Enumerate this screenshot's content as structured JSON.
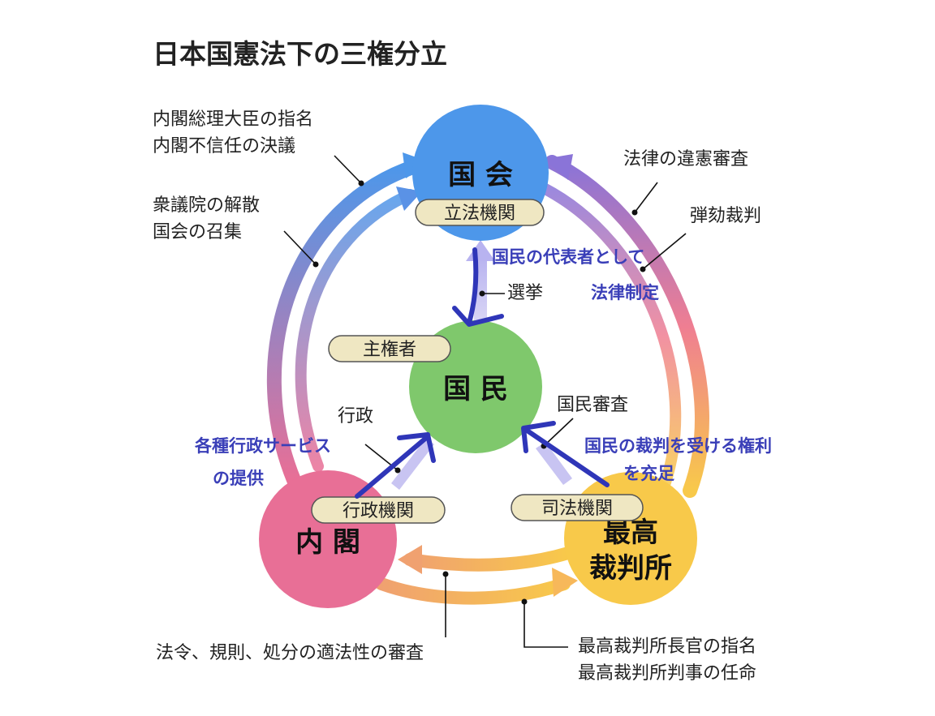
{
  "title": "日本国憲法下の三権分立",
  "nodes": {
    "diet": {
      "name": "国 会",
      "tag": "立法機関",
      "color": "#4d97ea"
    },
    "cabinet": {
      "name": "内 閣",
      "tag": "行政機関",
      "color": "#e86f96"
    },
    "court": {
      "name_line1": "最高",
      "name_line2": "裁判所",
      "tag": "司法機関",
      "color": "#f8c94a"
    },
    "people": {
      "name": "国 民",
      "tag": "主権者",
      "color": "#7fc86c"
    }
  },
  "labels": {
    "cabinet_to_diet_1": "内閣総理大臣の指名",
    "cabinet_to_diet_2": "内閣不信任の決議",
    "diet_dissolve_1": "衆議院の解散",
    "diet_dissolve_2": "国会の召集",
    "court_to_diet": "法律の違憲審査",
    "impeachment": "弾劾裁判",
    "election": "選挙",
    "administration": "行政",
    "review": "国民審査",
    "cabinet_court_1": "法令、規則、処分の適法性の審査",
    "cabinet_court_2a": "最高裁判所長官の指名",
    "cabinet_court_2b": "最高裁判所判事の任命"
  },
  "annotations": {
    "represent_1": "国民の代表者として",
    "represent_2": "法律制定",
    "services_1": "各種行政サービス",
    "services_2": "の提供",
    "trial_1": "国民の裁判を受ける権利",
    "trial_2": "を充足"
  },
  "colors": {
    "annotation": "#3a3fb8",
    "tag_fill": "#efe7c2",
    "arrow_blue": "#4d97ea",
    "arrow_pink": "#e86f96",
    "arrow_yellow": "#f8c94a"
  }
}
